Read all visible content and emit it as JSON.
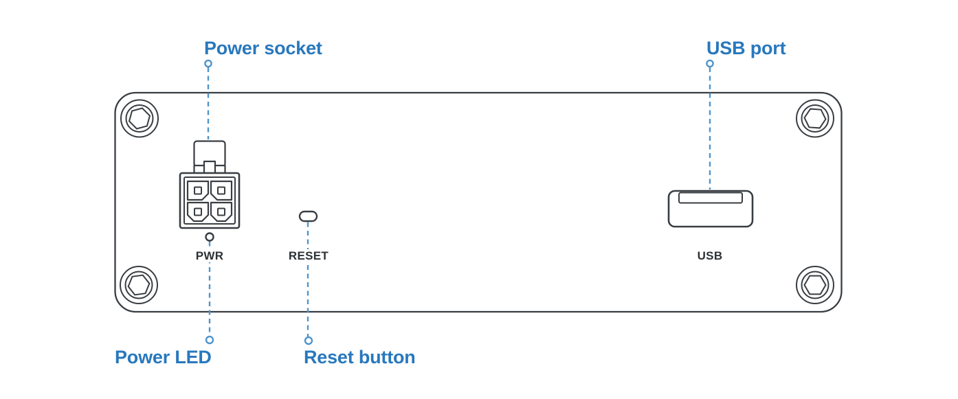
{
  "callouts": {
    "power_socket": "Power socket",
    "usb_port": "USB port",
    "power_led": "Power LED",
    "reset_button": "Reset button"
  },
  "panel": {
    "pwr": "PWR",
    "reset": "RESET",
    "usb": "USB"
  },
  "colors": {
    "accent": "#2878bd",
    "dash": "#4f95cd",
    "line": "#383d42",
    "dark_text": "#2d3135"
  }
}
